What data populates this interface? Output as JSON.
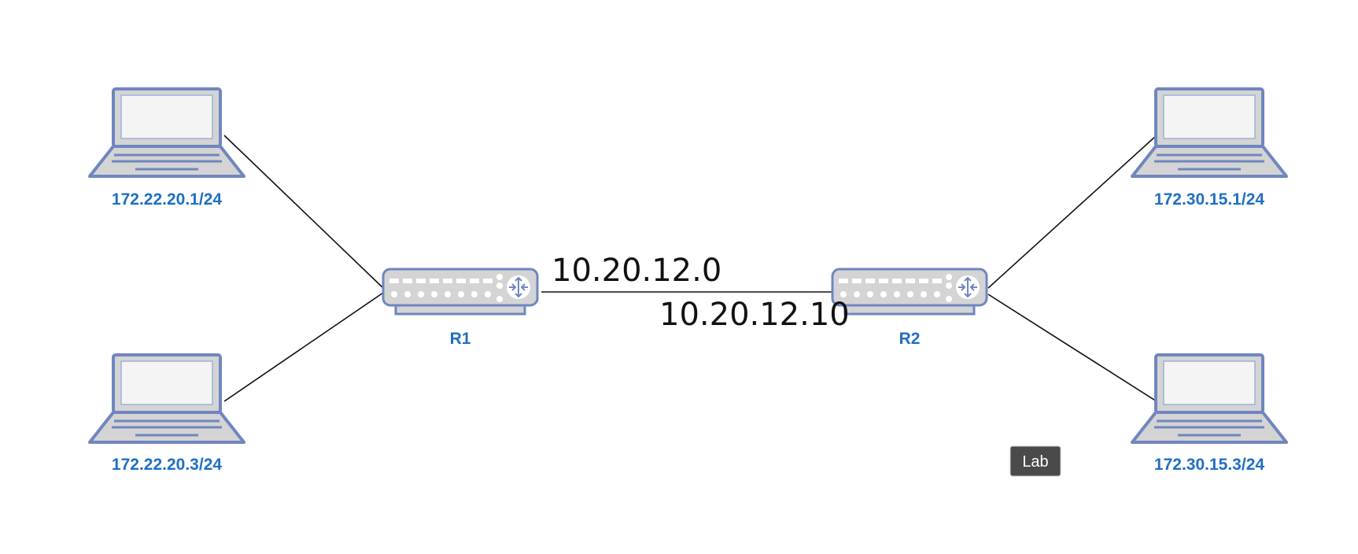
{
  "colors": {
    "label_blue": "#1f6fc4",
    "device_outline": "#6f86bf",
    "device_fill": "#d4d4d4",
    "screen_fill": "#f4f4f4",
    "tag_bg": "#4a4a4a",
    "wire": "#111111"
  },
  "icons": {
    "laptop": "laptop-icon",
    "router": "router-icon"
  },
  "hosts": [
    {
      "id": "pc1",
      "label": "172.22.20.1/24"
    },
    {
      "id": "pc3",
      "label": "172.22.20.3/24"
    },
    {
      "id": "pc4",
      "label": "172.30.15.1/24"
    },
    {
      "id": "pc5",
      "label": "172.30.15.3/24"
    }
  ],
  "routers": [
    {
      "id": "r1",
      "label": "R1"
    },
    {
      "id": "r2",
      "label": "R2"
    }
  ],
  "link": {
    "network_label": "10.20.12.0",
    "address_label": "10.20.12.10"
  },
  "tag": {
    "label": "Lab"
  }
}
